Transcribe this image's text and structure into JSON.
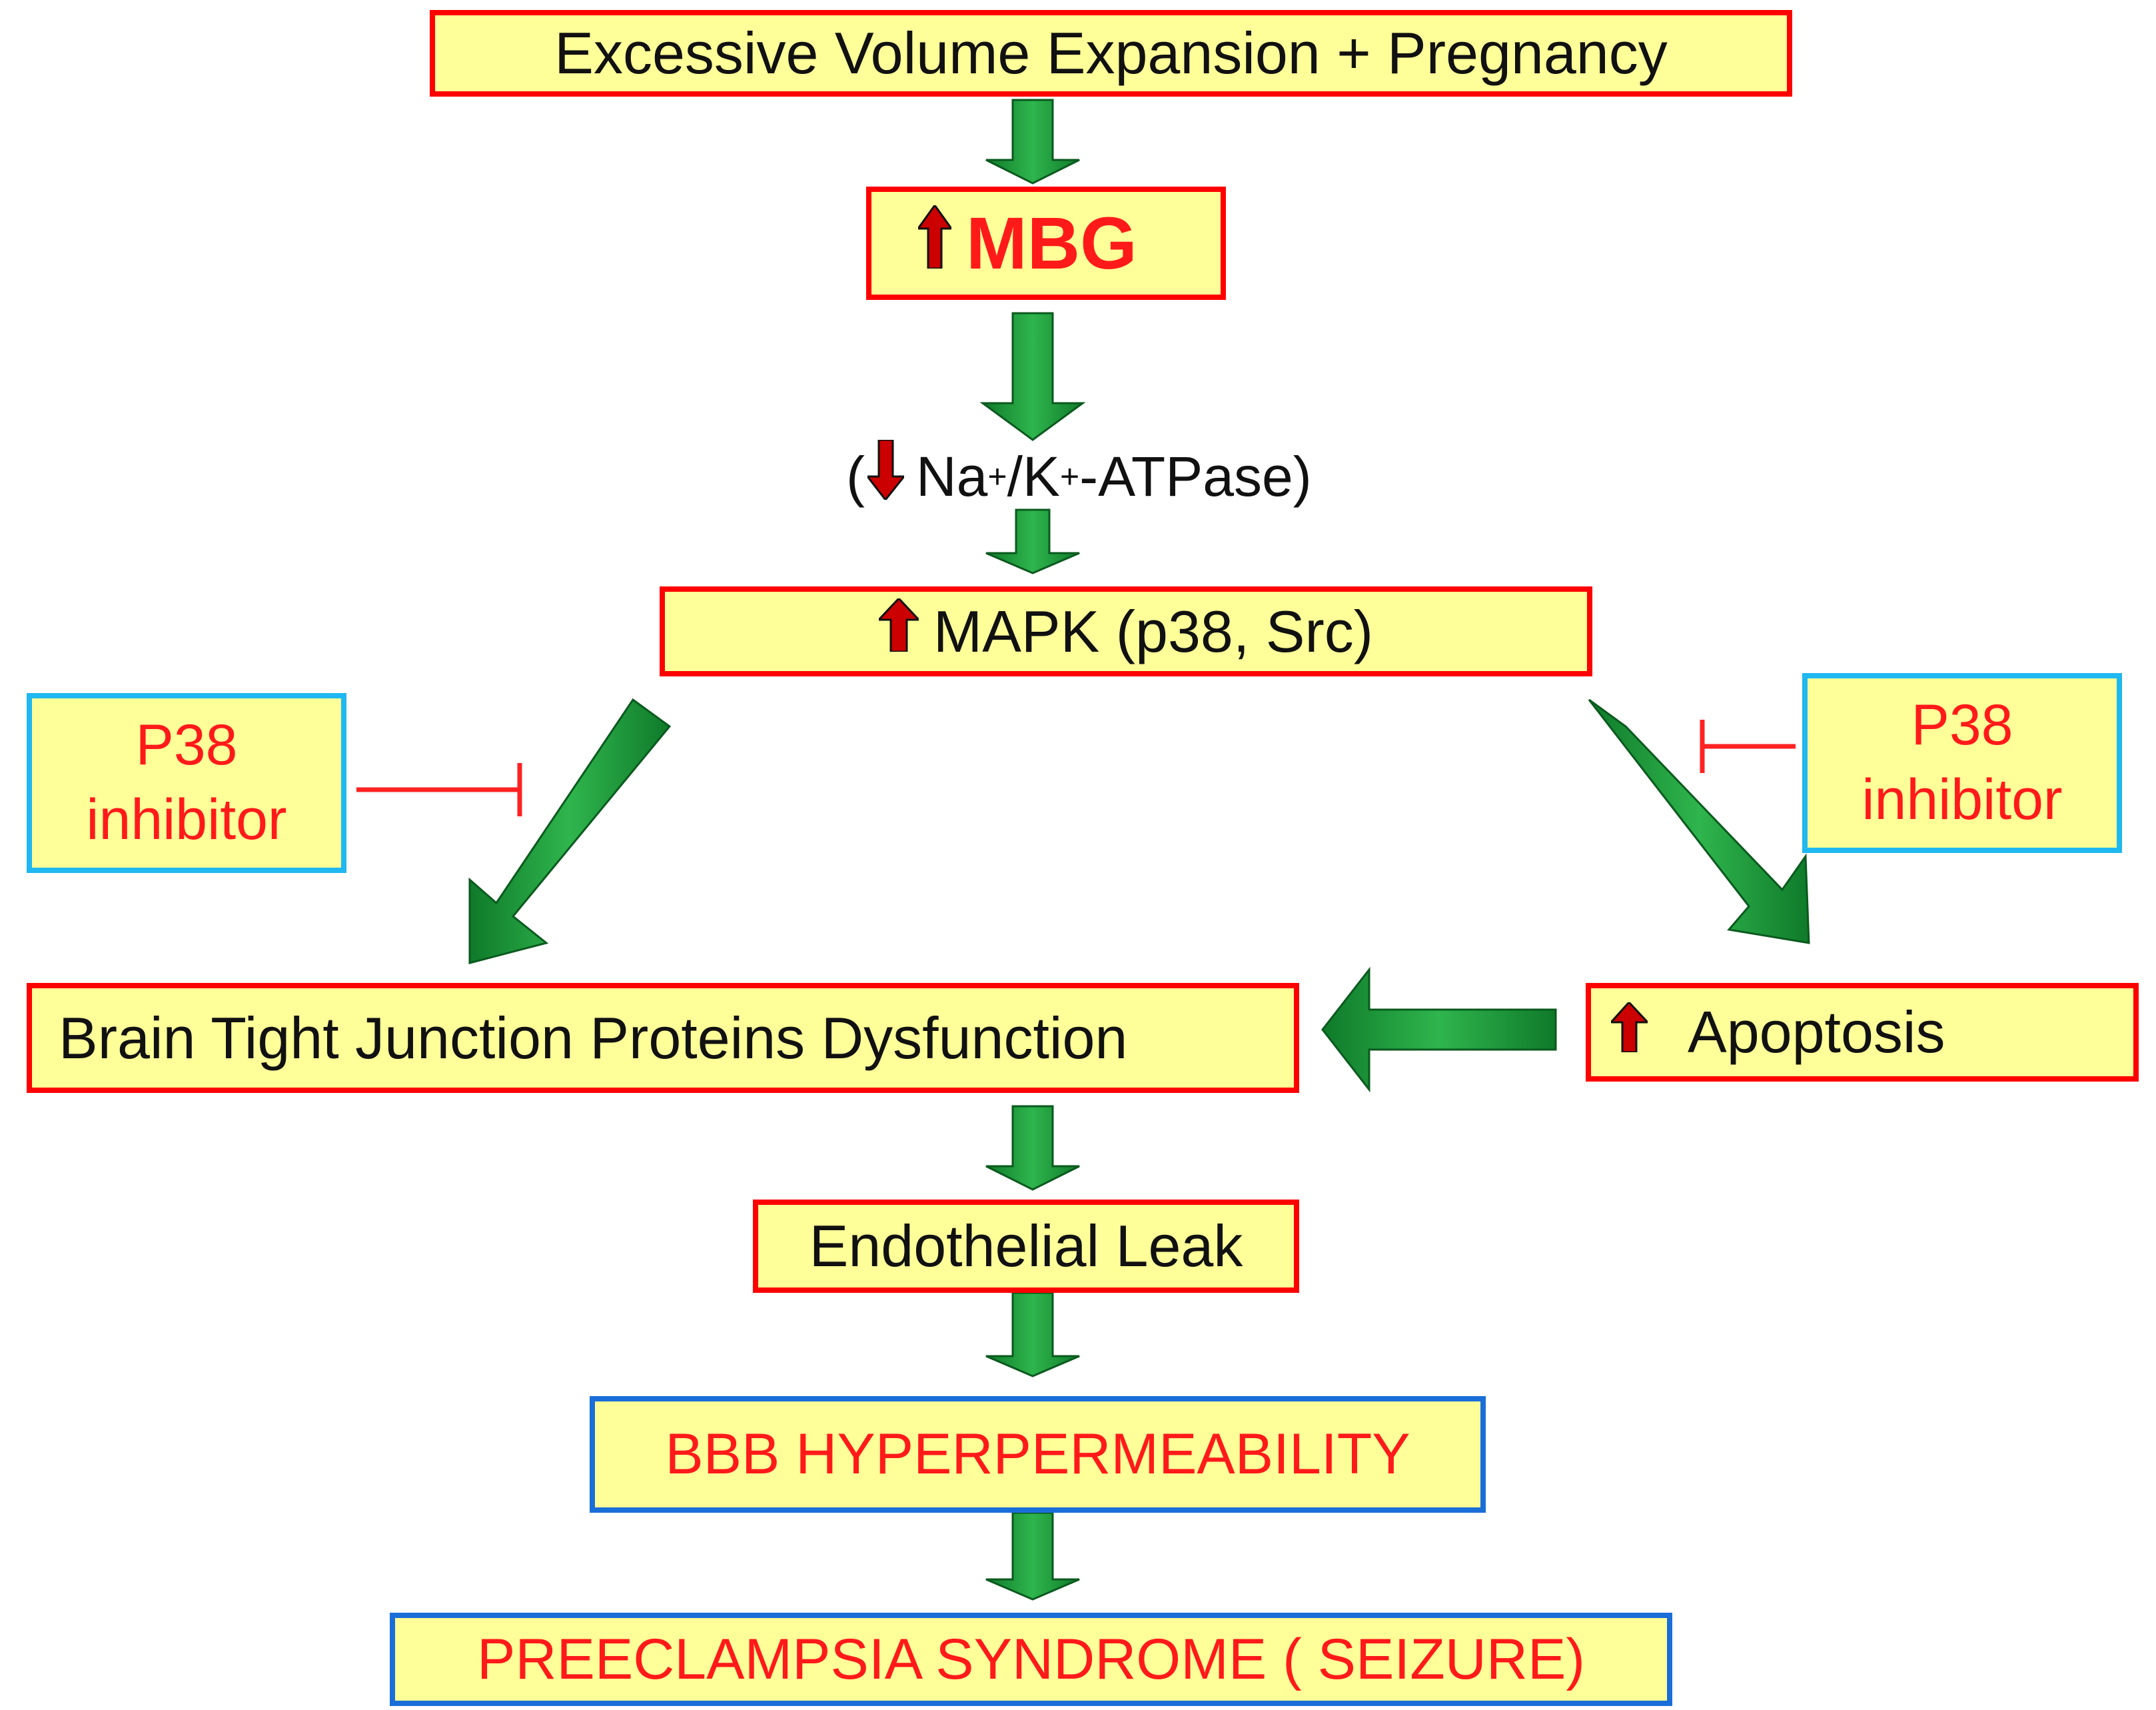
{
  "diagram": {
    "top": {
      "label": "Excessive  Volume Expansion  + Pregnancy"
    },
    "mbg": {
      "label": "MBG"
    },
    "atpase": {
      "open": "(",
      "na": "Na",
      "plus1": "+",
      "slash": "/K",
      "plus2": "+",
      "rest": "-ATPase)"
    },
    "mapk": {
      "label": "MAPK (p38, Src)"
    },
    "inhibitor_left": {
      "line1": "P38",
      "line2": "inhibitor"
    },
    "inhibitor_right": {
      "line1": "P38",
      "line2": "inhibitor"
    },
    "tight_junction": {
      "label": "Brain Tight Junction Proteins Dysfunction"
    },
    "apoptosis": {
      "label": "Apoptosis"
    },
    "endothelial": {
      "label": "Endothelial Leak"
    },
    "bbb": {
      "label": "BBB HYPERPERMEABILITY"
    },
    "preeclampsia": {
      "label": "PREECLAMPSIA SYNDROME ( SEIZURE)"
    }
  },
  "colors": {
    "box_fill": "#ffff99",
    "red_border": "#ff0000",
    "cyan_border": "#1fb8f0",
    "blue_border": "#1a6ed8",
    "arrow_green": "#1f9a3a",
    "arrow_up_red": "#cc0000"
  },
  "icons": [
    "up-arrow-icon",
    "down-arrow-icon",
    "inhibition-icon",
    "flow-arrow-icon"
  ]
}
